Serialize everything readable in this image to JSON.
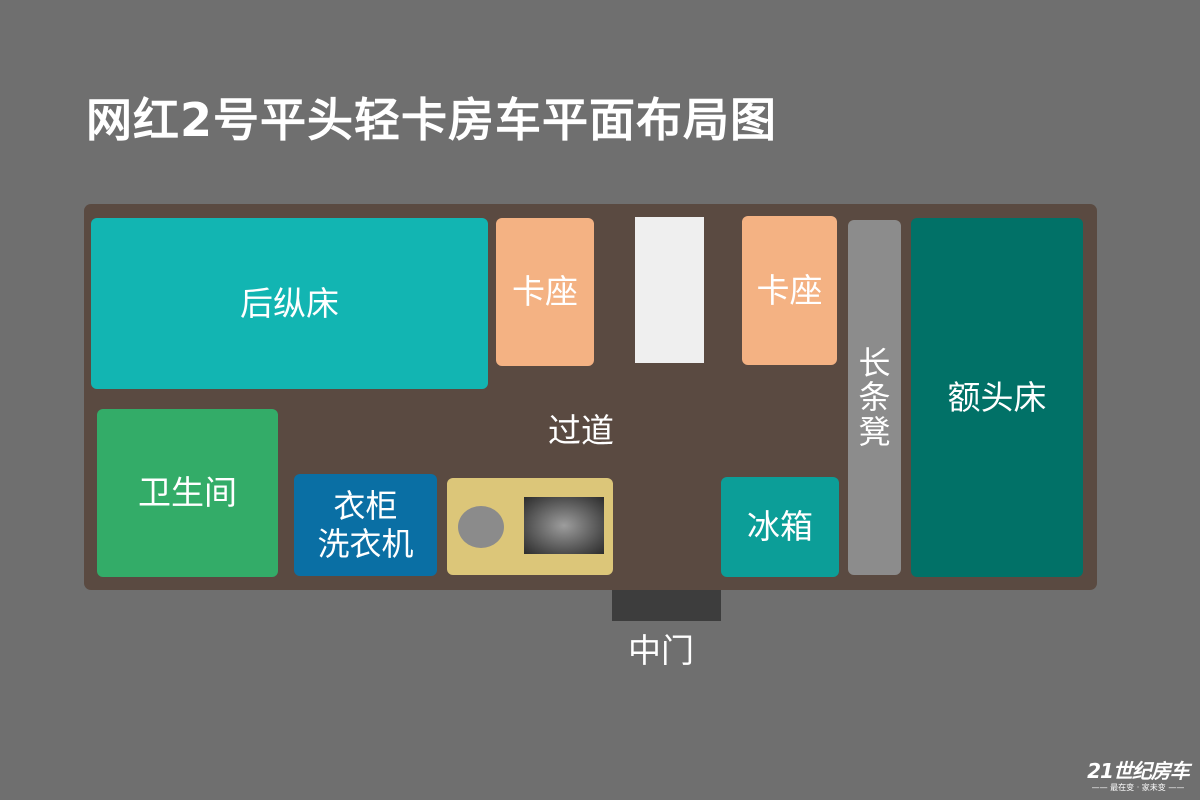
{
  "title": "网红2号平头轻卡房车平面布局图",
  "zones": {
    "rear_bed": "后纵床",
    "booth_left": "卡座",
    "booth_right": "卡座",
    "bench": [
      "长",
      "条",
      "凳"
    ],
    "over_cab_bed": "额头床",
    "bathroom": "卫生间",
    "wardrobe": [
      "衣柜",
      "洗衣机"
    ],
    "fridge": "冰箱",
    "aisle": "过道",
    "middle_door": "中门"
  },
  "watermark": {
    "main": "21世纪房车",
    "sub": "—— 最在变 · 家未变 ——"
  },
  "colors": {
    "background": "#6f6f6f",
    "floor": "#5a4a41",
    "rear_bed": "#12b5b2",
    "booth": "#f4b283",
    "table": "#efefef",
    "bench": "#8c8c8c",
    "over_cab_bed": "#017167",
    "bathroom": "#33ac68",
    "wardrobe": "#0a6fa4",
    "stove": "#dcc679",
    "fridge": "#0c9e98",
    "door": "#3d3d3d"
  }
}
